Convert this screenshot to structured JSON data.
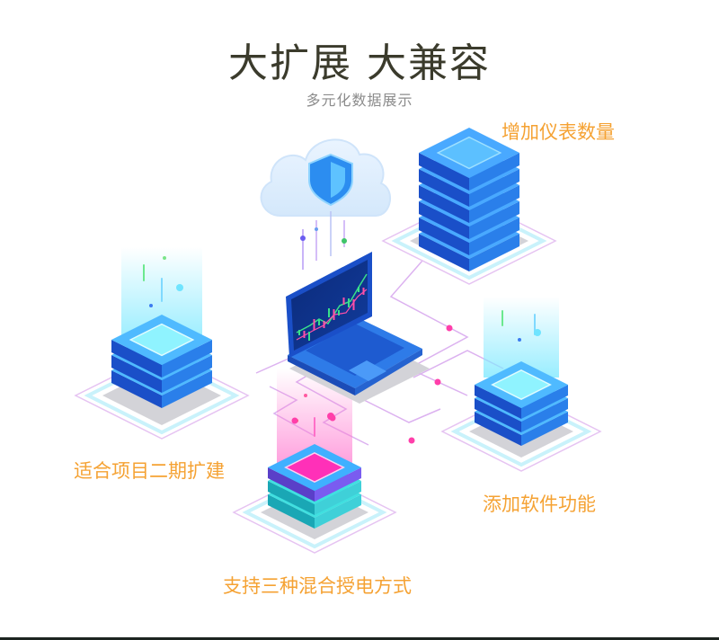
{
  "header": {
    "title": "大扩展 大兼容",
    "subtitle": "多元化数据展示"
  },
  "features": [
    {
      "label": "增加仪表数量"
    },
    {
      "label": "适合项目二期扩建"
    },
    {
      "label": "添加软件功能"
    },
    {
      "label": "支持三种混合授电方式"
    }
  ],
  "colors": {
    "accent_label": "#f5a233",
    "server_blue": "#1f6fe0",
    "server_cyan": "#3fe0f5",
    "server_pink": "#ff2fb5",
    "connector_purple": "#d9a8ef"
  }
}
